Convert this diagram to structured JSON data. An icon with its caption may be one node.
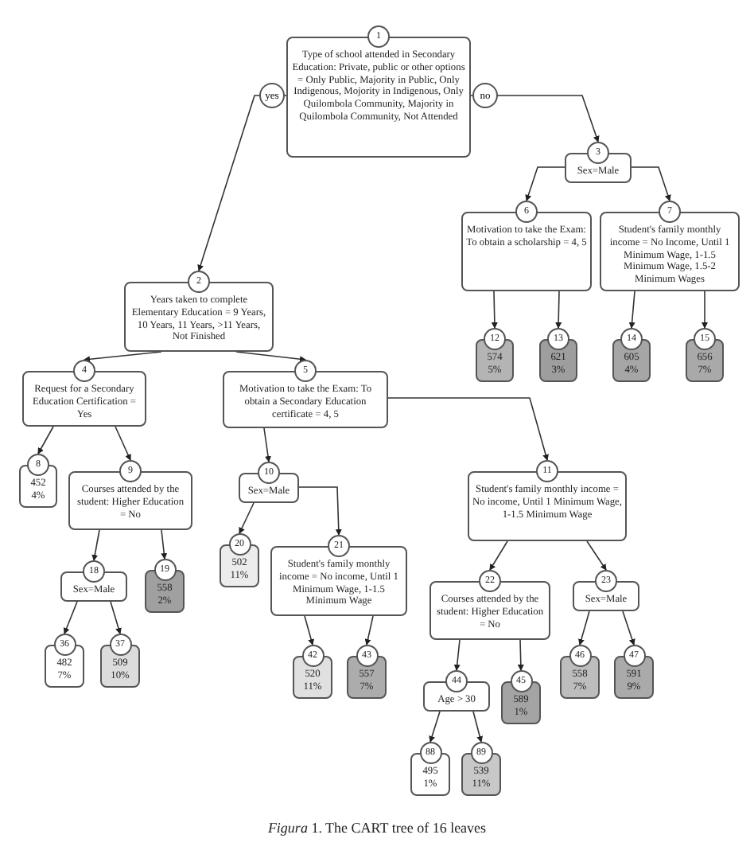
{
  "diagram": {
    "caption": "*Figura* 1. The CART tree of 16 leaves",
    "nodes": [
      {
        "text": [
          "1",
          "Type of school attended in Secondary Education: Private, public or other options = Only Public, Majority in Public, Only Indigenous, Mojority in Indigenous, Only Quilombola Community, Majority in Quilombola Community, Not Attended"
        ]
      },
      {
        "text": [
          "2",
          "Years taken to complete Elementary Education = 9 Years, 10 Years, 11 Years, >11 Years, Not Finished"
        ]
      },
      {
        "text": [
          "3",
          "Sex=Male"
        ]
      },
      {
        "text": [
          "4",
          "Request for a Secondary Education Certification = Yes"
        ]
      },
      {
        "text": [
          "5",
          "Motivation to take the Exam: To obtain a Secondary Education certificate = 4, 5"
        ]
      },
      {
        "text": [
          "6",
          "Motivation to take the Exam: To obtain a scholarship = 4, 5"
        ]
      },
      {
        "text": [
          "7",
          "Student's family monthly income = No Income, Until 1 Minimum Wage, 1-1.5 Minimum Wage, 1.5-2 Minimum Wages"
        ]
      },
      {
        "text": [
          "8",
          "452",
          "4%"
        ]
      },
      {
        "text": [
          "9",
          "Courses attended by the student: Higher Education = No"
        ]
      },
      {
        "text": [
          "10",
          "Sex=Male"
        ]
      },
      {
        "text": [
          "11",
          "Student's family monthly income = No income, Until 1 Minimum Wage, 1-1.5 Minimum Wage"
        ]
      },
      {
        "text": [
          "12",
          "574",
          "5%"
        ]
      },
      {
        "text": [
          "13",
          "621",
          "3%"
        ]
      },
      {
        "text": [
          "14",
          "605",
          "4%"
        ]
      },
      {
        "text": [
          "15",
          "656",
          "7%"
        ]
      },
      {
        "text": [
          "18",
          "Sex=Male"
        ]
      },
      {
        "text": [
          "19",
          "558",
          "2%"
        ]
      },
      {
        "text": [
          "20",
          "502",
          "11%"
        ]
      },
      {
        "text": [
          "21",
          "Student's family monthly income = No income, Until 1 Minimum Wage, 1-1.5 Minimum Wage"
        ]
      },
      {
        "text": [
          "22",
          "Courses attended by the student: Higher Education = No"
        ]
      },
      {
        "text": [
          "23",
          "Sex=Male"
        ]
      },
      {
        "text": [
          "36",
          "482",
          "7%"
        ]
      },
      {
        "text": [
          "37",
          "509",
          "10%"
        ]
      },
      {
        "text": [
          "42",
          "520",
          "11%"
        ]
      },
      {
        "text": [
          "43",
          "557",
          "7%"
        ]
      },
      {
        "text": [
          "44",
          "Age > 30"
        ]
      },
      {
        "text": [
          "45",
          "589",
          "1%"
        ]
      },
      {
        "text": [
          "46",
          "558",
          "7%"
        ]
      },
      {
        "text": [
          "47",
          "591",
          "9%"
        ]
      },
      {
        "text": [
          "88",
          "495",
          "1%"
        ]
      },
      {
        "text": [
          "89",
          "539",
          "11%"
        ]
      }
    ],
    "edges": [
      {
        "from": 0,
        "to": 1,
        "arrow": "to",
        "label": "yes"
      },
      {
        "from": 0,
        "to": 2,
        "arrow": "to",
        "label": "no"
      },
      {
        "from": 1,
        "to": 3,
        "arrow": "to"
      },
      {
        "from": 1,
        "to": 4,
        "arrow": "to"
      },
      {
        "from": 2,
        "to": 5,
        "arrow": "to"
      },
      {
        "from": 2,
        "to": 6,
        "arrow": "to"
      },
      {
        "from": 3,
        "to": 7,
        "arrow": "to"
      },
      {
        "from": 3,
        "to": 8,
        "arrow": "to"
      },
      {
        "from": 4,
        "to": 9,
        "arrow": "to"
      },
      {
        "from": 4,
        "to": 10,
        "arrow": "to"
      },
      {
        "from": 5,
        "to": 11,
        "arrow": "to"
      },
      {
        "from": 5,
        "to": 12,
        "arrow": "to"
      },
      {
        "from": 6,
        "to": 13,
        "arrow": "to"
      },
      {
        "from": 6,
        "to": 14,
        "arrow": "to"
      },
      {
        "from": 8,
        "to": 15,
        "arrow": "to"
      },
      {
        "from": 8,
        "to": 16,
        "arrow": "to"
      },
      {
        "from": 9,
        "to": 17,
        "arrow": "to"
      },
      {
        "from": 9,
        "to": 18,
        "arrow": "to"
      },
      {
        "from": 10,
        "to": 19,
        "arrow": "to"
      },
      {
        "from": 10,
        "to": 20,
        "arrow": "to"
      },
      {
        "from": 15,
        "to": 21,
        "arrow": "to"
      },
      {
        "from": 15,
        "to": 22,
        "arrow": "to"
      },
      {
        "from": 18,
        "to": 23,
        "arrow": "to"
      },
      {
        "from": 18,
        "to": 24,
        "arrow": "to"
      },
      {
        "from": 19,
        "to": 25,
        "arrow": "to"
      },
      {
        "from": 19,
        "to": 26,
        "arrow": "to"
      },
      {
        "from": 20,
        "to": 27,
        "arrow": "to"
      },
      {
        "from": 20,
        "to": 28,
        "arrow": "to"
      },
      {
        "from": 25,
        "to": 29,
        "arrow": "to"
      },
      {
        "from": 25,
        "to": 30,
        "arrow": "to"
      }
    ]
  }
}
